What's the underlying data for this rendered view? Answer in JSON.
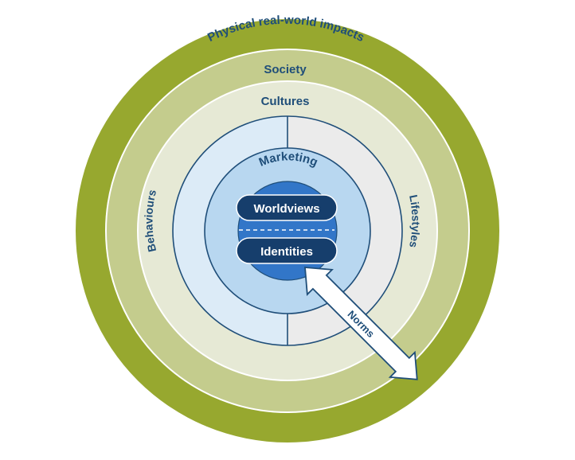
{
  "diagram": {
    "rings": {
      "outer": "Physical real-world impacts",
      "society": "Society",
      "cultures": "Cultures",
      "marketing": "Marketing",
      "behaviours": "Behaviours",
      "lifestyles": "Lifestyles"
    },
    "core": {
      "top_pill": "Worldviews",
      "bottom_pill": "Identities"
    },
    "arrow": {
      "label": "Norms"
    },
    "colors": {
      "outer_ring": "#97a82f",
      "society_ring": "#c4cc8d",
      "cultures_ring": "#e6e9d5",
      "behaviours_half": "#dcebf7",
      "lifestyles_half": "#ebebeb",
      "marketing_disc": "#b8d7f0",
      "core_disc": "#3276c8",
      "pill": "#163e6c",
      "text": "#1f4e79"
    }
  }
}
